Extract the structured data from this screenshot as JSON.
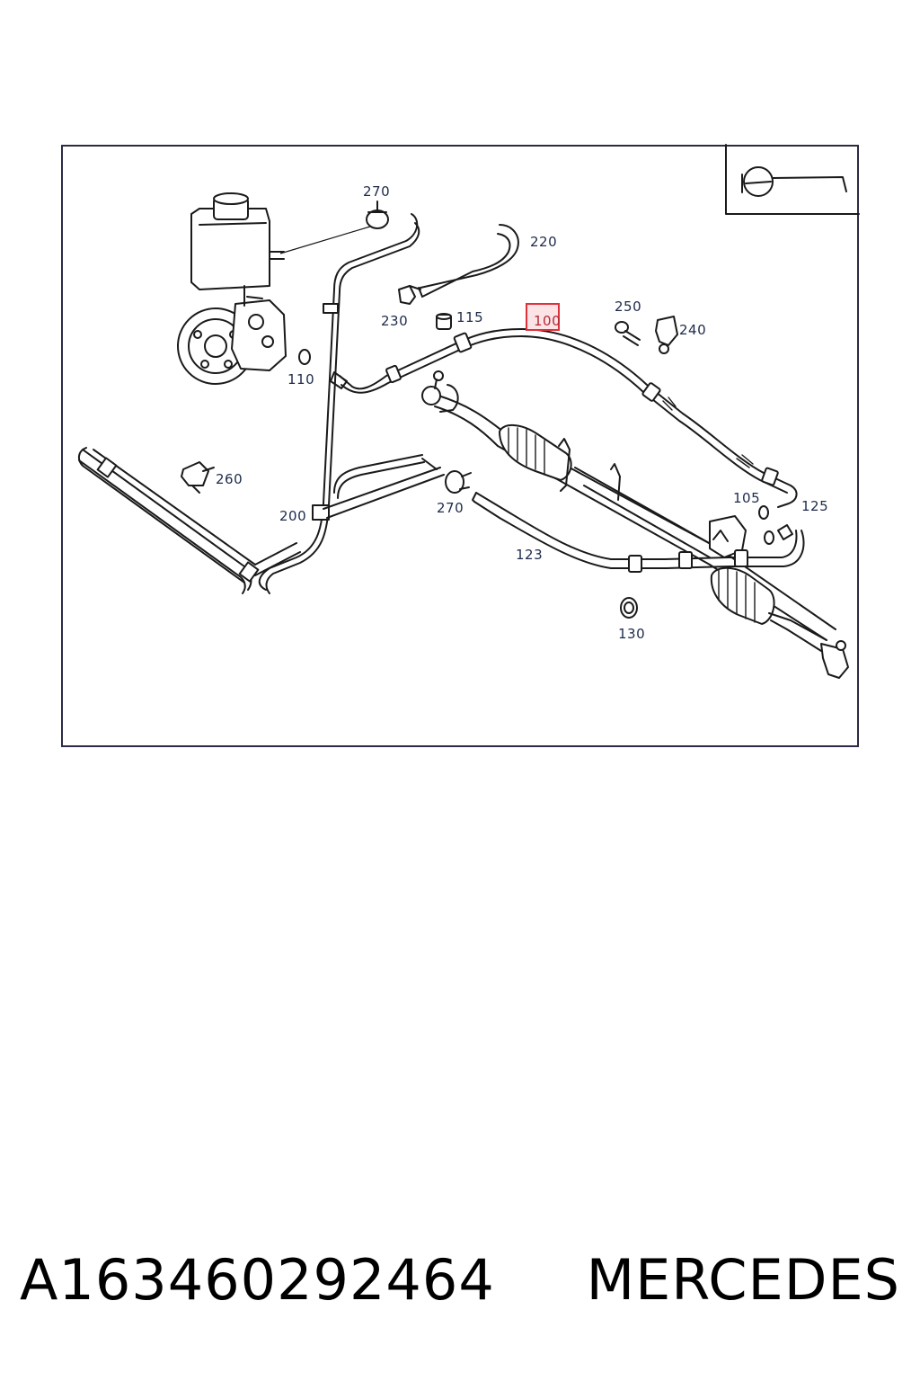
{
  "diagram": {
    "callouts": {
      "c270_top": "270",
      "c220": "220",
      "c230": "230",
      "c115": "115",
      "c100": "100",
      "c250": "250",
      "c240": "240",
      "c110": "110",
      "c260": "260",
      "c200": "200",
      "c270_mid": "270",
      "c105": "105",
      "c125": "125",
      "c123": "123",
      "c130": "130"
    },
    "highlighted_part": "100",
    "highlight_color": "#e0303a",
    "corner_icon": "steering-wheel-icon"
  },
  "caption": {
    "part_number": "A163460292464",
    "brand": "MERCEDES"
  }
}
